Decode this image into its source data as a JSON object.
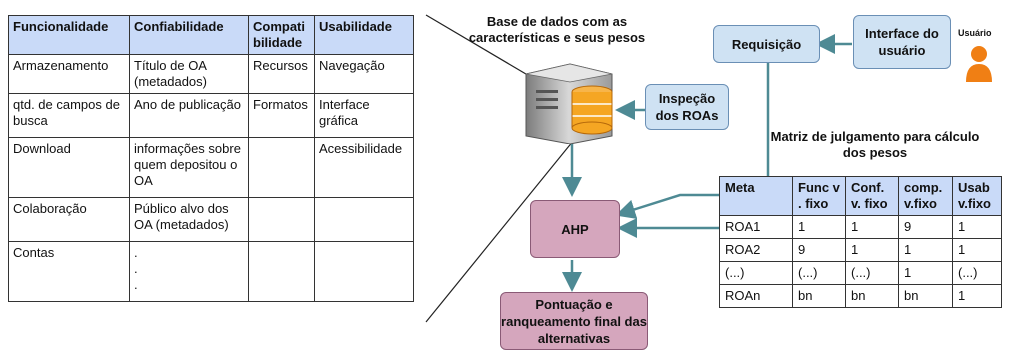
{
  "criteria_table": {
    "headers": [
      "Funcionalidade",
      "Confiabilidade",
      "Compati bilidade",
      "Usabilidade"
    ],
    "rows": [
      [
        "Armazenamento",
        "Título de OA (metadados)",
        "Recursos",
        "Navegação"
      ],
      [
        "qtd. de campos de busca",
        "Ano de publicação",
        "Formatos",
        "Interface gráfica"
      ],
      [
        "Download",
        "informações sobre quem depositou  o OA",
        "",
        "Acessibilidade"
      ],
      [
        "Colaboração",
        "Público alvo dos OA (metadados)",
        "",
        ""
      ],
      [
        "Contas",
        ".\n.\n.",
        "",
        ""
      ]
    ]
  },
  "database_label": "Base de dados com as características  e seus pesos",
  "boxes": {
    "requisicao": "Requisição",
    "interface_usuario": "Interface do usuário",
    "inspecao": "Inspeção dos ROAs",
    "ahp": "AHP",
    "pontuacao": "Pontuação e ranqueamento final das alternativas"
  },
  "user_label": "Usuário",
  "matrix_title": "Matriz de julgamento para cálculo dos pesos",
  "matrix_table": {
    "headers": [
      "Meta",
      "Func v . fixo",
      "Conf. v. fixo",
      "comp. v.fixo",
      "Usab v.fixo"
    ],
    "rows": [
      [
        "ROA1",
        "1",
        "1",
        "9",
        "1"
      ],
      [
        "ROA2",
        "9",
        "1",
        "1",
        "1"
      ],
      [
        "(...)",
        "(...)",
        "(...)",
        "1",
        "(...)"
      ],
      [
        "ROAn",
        "bn",
        "bn",
        "bn",
        "1"
      ]
    ]
  },
  "colors": {
    "header_blue": "#c9daf8",
    "box_blue": "#cfe2f3",
    "box_pink": "#d5a6bd",
    "arrow_teal": "#4e8a94",
    "user_orange": "#f07f14",
    "db_orange": "#f5a623"
  }
}
